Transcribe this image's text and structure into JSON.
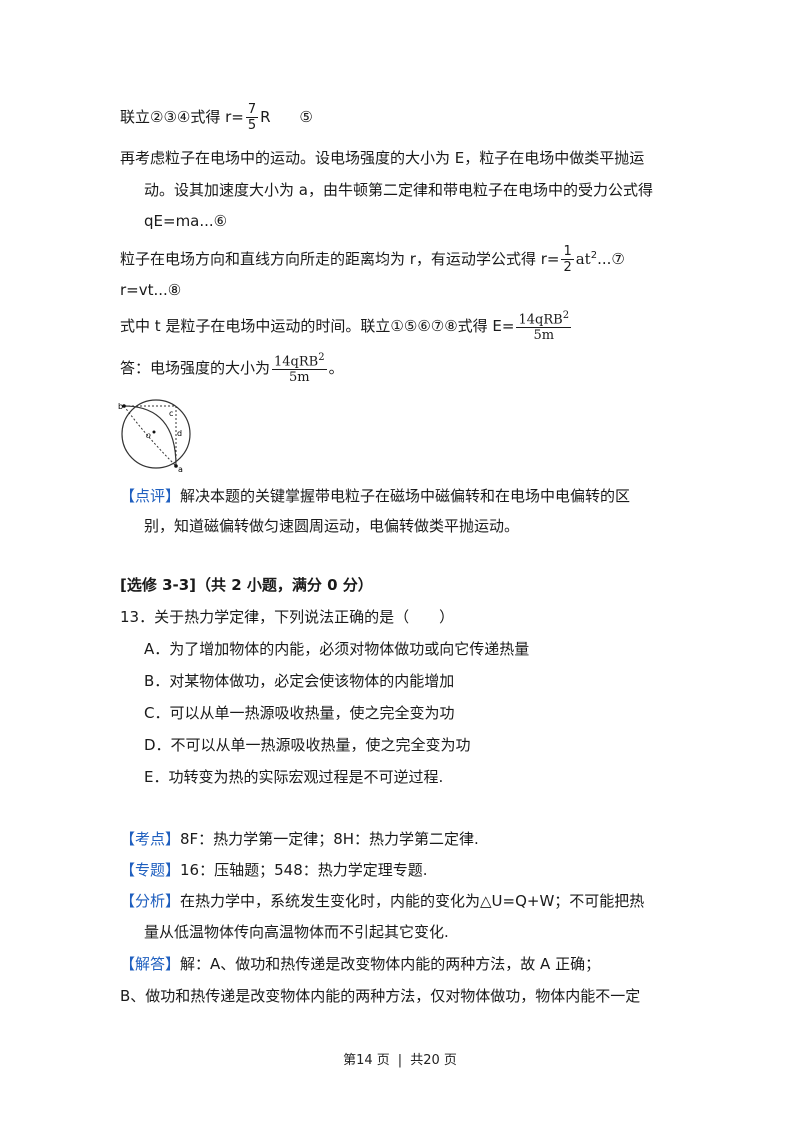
{
  "lines": {
    "l1_prefix": "联立②③④式得 r=",
    "l1_frac_num": "7",
    "l1_frac_den": "5",
    "l1_suffix": "R",
    "l1_mark": "⑤",
    "l2": "再考虑粒子在电场中的运动。设电场强度的大小为 E，粒子在电场中做类平抛运",
    "l3": "动。设其加速度大小为 a，由牛顿第二定律和带电粒子在电场中的受力公式得",
    "l4": "qE=ma...⑥",
    "l5_prefix": "粒子在电场方向和直线方向所走的距离均为 r，有运动学公式得 r=",
    "l5_frac_num": "1",
    "l5_frac_den": "2",
    "l5_expr": "at",
    "l5_sup": "2",
    "l5_suffix": "...⑦",
    "l6": "r=vt...⑧",
    "l7_prefix": "式中 t 是粒子在电场中运动的时间。联立①⑤⑥⑦⑧式得 E=",
    "l7_frac_num": "14qRB",
    "l7_frac_sup": "2",
    "l7_frac_den": "5m",
    "l8_prefix": "答：电场强度的大小为",
    "l8_frac_num": "14qRB",
    "l8_frac_sup": "2",
    "l8_frac_den": "5m",
    "l8_suffix": "。"
  },
  "figure": {
    "label_b": "b",
    "label_c": "c",
    "label_d": "d",
    "label_a": "a",
    "label_o": "o"
  },
  "comment": {
    "tag": "【点评】",
    "text1": "解决本题的关键掌握带电粒子在磁场中磁偏转和在电场中电偏转的区",
    "text2": "别，知道磁偏转做匀速圆周运动，电偏转做类平抛运动。"
  },
  "section": {
    "title": "[选修 3-3]（共 2 小题，满分 0 分）"
  },
  "question": {
    "stem": "13．关于热力学定律，下列说法正确的是（　　）",
    "options": [
      "A．为了增加物体的内能，必须对物体做功或向它传递热量",
      "B．对某物体做功，必定会使该物体的内能增加",
      "C．可以从单一热源吸收热量，使之完全变为功",
      "D．不可以从单一热源吸收热量，使之完全变为功",
      "E．功转变为热的实际宏观过程是不可逆过程."
    ]
  },
  "analysis": {
    "kaodian_tag": "【考点】",
    "kaodian": "8F：热力学第一定律；8H：热力学第二定律.",
    "zhuanti_tag": "【专题】",
    "zhuanti": "16：压轴题；548：热力学定理专题.",
    "fenxi_tag": "【分析】",
    "fenxi1": "在热力学中，系统发生变化时，内能的变化为△U=Q+W；不可能把热",
    "fenxi2": "量从低温物体传向高温物体而不引起其它变化.",
    "jieda_tag": "【解答】",
    "jieda1": "解：A、做功和热传递是改变物体内能的两种方法，故 A 正确；",
    "jieda2": "B、做功和热传递是改变物体内能的两种方法，仅对物体做功，物体内能不一定"
  },
  "footer": {
    "page": "第14 页",
    "sep": "|",
    "total": "共20 页"
  }
}
